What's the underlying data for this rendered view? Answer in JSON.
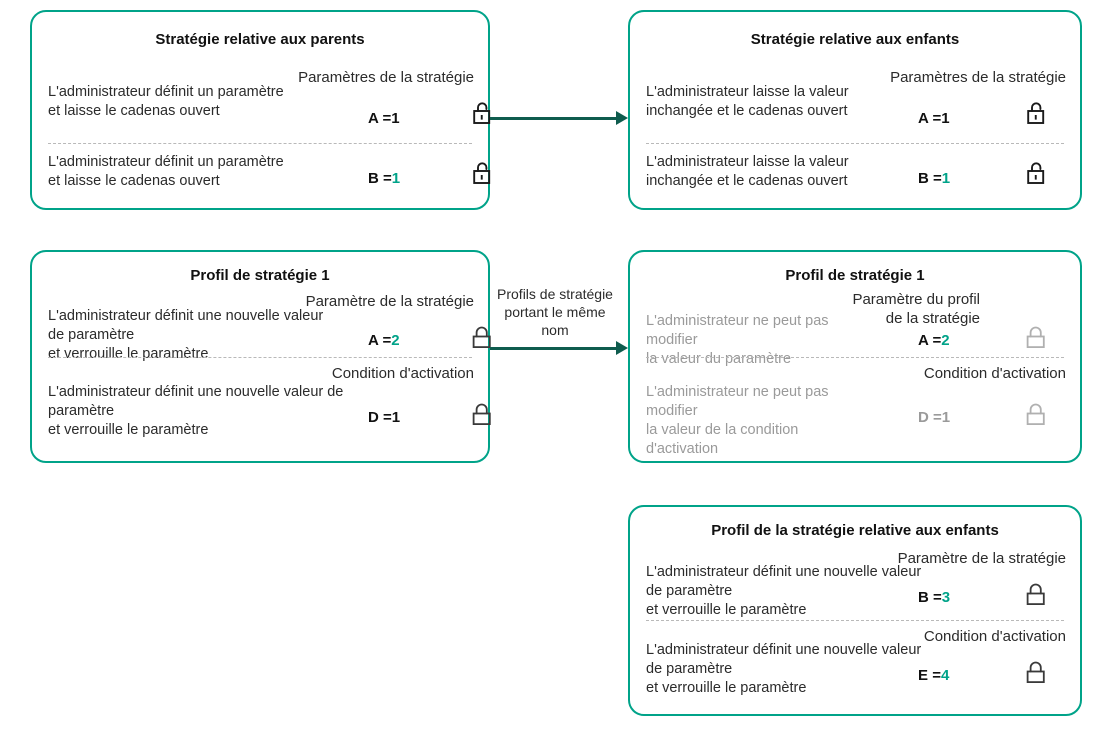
{
  "theme": {
    "box_border": "#00A389",
    "accent": "#00A389",
    "arrow": "#0F5C4E",
    "text": "#2B2B2B",
    "muted": "#9A9A9A",
    "divider": "#B9B9B9"
  },
  "boxes": [
    {
      "id": "parent-policy",
      "title": "Stratégie relative aux parents",
      "rows": [
        {
          "header": "Paramètres de la stratégie",
          "description": "L'administrateur définit un paramètre\net laisse le cadenas ouvert",
          "key": "A",
          "equals": "=",
          "value": "1",
          "value_accent": false,
          "lock": "unlocked-icon",
          "muted": false
        },
        {
          "header": "",
          "description": "L'administrateur définit un paramètre\net laisse le cadenas ouvert",
          "key": "B",
          "equals": "=",
          "value": "1",
          "value_accent": true,
          "lock": "unlocked-icon",
          "muted": false
        }
      ]
    },
    {
      "id": "child-policy",
      "title": "Stratégie relative aux enfants",
      "rows": [
        {
          "header": "Paramètres de la stratégie",
          "description": "L'administrateur laisse la valeur\ninchangée et le cadenas ouvert",
          "key": "A",
          "equals": "=",
          "value": "1",
          "value_accent": false,
          "lock": "unlocked-icon",
          "muted": false
        },
        {
          "header": "",
          "description": "L'administrateur laisse la valeur\ninchangée et le cadenas ouvert",
          "key": "B",
          "equals": "=",
          "value": "1",
          "value_accent": true,
          "lock": "unlocked-icon",
          "muted": false
        }
      ]
    },
    {
      "id": "policy-profile-1-left",
      "title": "Profil de stratégie 1",
      "rows": [
        {
          "header": "Paramètre de la stratégie",
          "description": "L'administrateur définit une nouvelle valeur\nde paramètre\n et verrouille le paramètre",
          "key": "A",
          "equals": "=",
          "value": "2",
          "value_accent": true,
          "lock": "locked-icon",
          "muted": false
        },
        {
          "header": "Condition d'activation",
          "description": "L'administrateur définit une nouvelle valeur de\nparamètre\n et verrouille le paramètre",
          "key": "D",
          "equals": "=",
          "value": "1",
          "value_accent": false,
          "lock": "locked-icon",
          "muted": false
        }
      ]
    },
    {
      "id": "policy-profile-1-right",
      "title": "Profil de stratégie 1",
      "rows": [
        {
          "header": "Paramètre du profil\nde la stratégie",
          "description": "L'administrateur ne peut pas modifier\n la valeur du paramètre",
          "key": "A",
          "equals": "=",
          "value": "2",
          "value_accent": true,
          "lock": "locked-icon-muted",
          "muted": true
        },
        {
          "header": "Condition d'activation",
          "description": "L'administrateur ne peut pas modifier\nla valeur de la condition\nd'activation",
          "key": "D",
          "equals": "=",
          "value": "1",
          "value_accent": false,
          "lock": "locked-icon-muted",
          "muted": true
        }
      ]
    },
    {
      "id": "child-policy-profile",
      "title": "Profil de la stratégie relative aux enfants",
      "rows": [
        {
          "header": "Paramètre de la stratégie",
          "description": "L'administrateur définit une nouvelle valeur\nde paramètre\n et verrouille le paramètre",
          "key": "B",
          "equals": "=",
          "value": "3",
          "value_accent": true,
          "lock": "locked-icon",
          "muted": false
        },
        {
          "header": "Condition d'activation",
          "description": "L'administrateur définit une nouvelle valeur\nde paramètre\n et verrouille le paramètre",
          "key": "E",
          "equals": "=",
          "value": "4",
          "value_accent": true,
          "lock": "locked-icon",
          "muted": false
        }
      ]
    }
  ],
  "connectors": [
    {
      "id": "top-arrow",
      "label": ""
    },
    {
      "id": "middle-arrow",
      "label": "Profils de stratégie\nportant le même\nnom"
    }
  ]
}
